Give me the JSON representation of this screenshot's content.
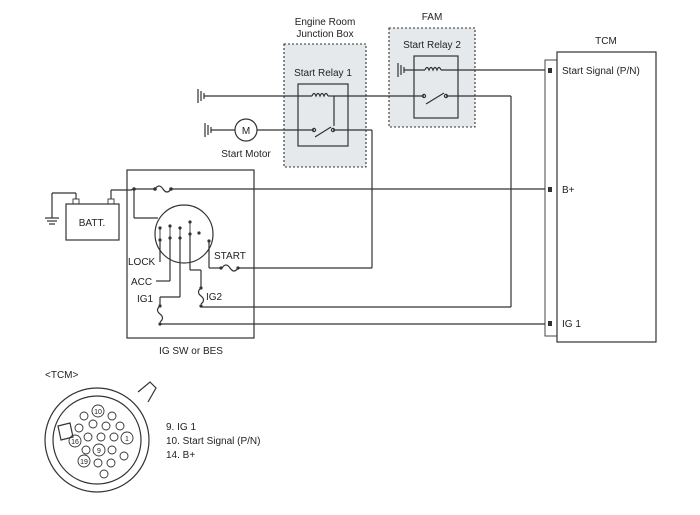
{
  "labels": {
    "engine_room_line1": "Engine Room",
    "engine_room_line2": "Junction Box",
    "fam": "FAM",
    "tcm": "TCM",
    "start_relay_1": "Start Relay 1",
    "start_relay_2": "Start Relay 2",
    "start_motor": "Start Motor",
    "motor_symbol": "M",
    "battery": "BATT.",
    "start_signal_pin": "Start Signal (P/N)",
    "b_plus_pin": "B+",
    "ig1_pin": "IG 1",
    "lock": "LOCK",
    "acc": "ACC",
    "ig1": "IG1",
    "ig2": "IG2",
    "start": "START",
    "ig_switch": "IG SW or BES"
  },
  "connector": {
    "title": "<TCM>",
    "pin_numbers": [
      "10",
      "16",
      "19",
      "9",
      "1"
    ],
    "legend": [
      "9. IG 1",
      "10. Start Signal (P/N)",
      "14. B+"
    ]
  },
  "colors": {
    "panel_fill": "#e6e9ec",
    "line": "#333333"
  }
}
